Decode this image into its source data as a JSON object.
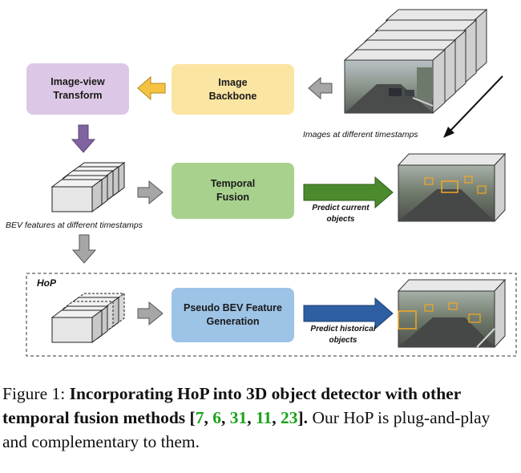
{
  "boxes": {
    "image_view_transform": "Image-view\nTransform",
    "image_backbone": "Image\nBackbone",
    "temporal_fusion": "Temporal\nFusion",
    "pseudo_bev": "Pseudo BEV Feature\nGeneration"
  },
  "labels": {
    "images_timestamps": "Images at different timestamps",
    "bev_timestamps": "BEV features at different timestamps",
    "predict_current": "Predict current\nobjects",
    "predict_historical": "Predict historical\nobjects",
    "hop_tag": "HoP"
  },
  "colors": {
    "purple_box": "#dcc8e6",
    "yellow_box": "#fbe5a2",
    "green_box": "#a9d18e",
    "blue_box": "#9dc3e6",
    "green_arrow": "#4c8a2e",
    "blue_arrow": "#2e5fa3",
    "yellow_arrow": "#f5c242",
    "gray_arrow": "#a6a6a6",
    "purple_arrow": "#8064a2",
    "citation_green": "#1aa31a"
  },
  "caption": {
    "prefix": "Figure 1:",
    "bold_text": "Incorporating HoP into 3D object detector with other temporal fusion methods [",
    "refs": [
      "7",
      "6",
      "31",
      "11",
      "23"
    ],
    "bold_end": "].",
    "rest": "Our HoP is plug-and-play and complementary to them."
  }
}
